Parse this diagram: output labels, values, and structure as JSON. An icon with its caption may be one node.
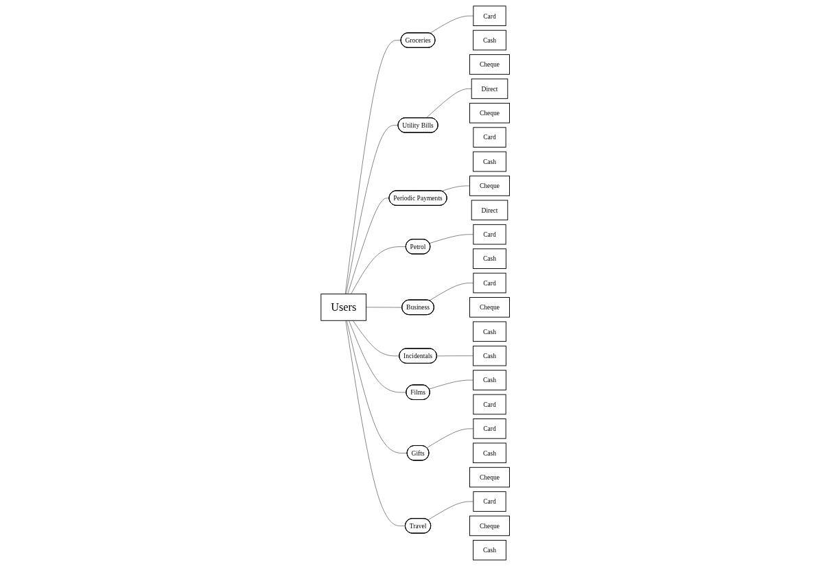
{
  "diagram": {
    "nodes": [
      {
        "text": [
          "Users"
        ]
      },
      {
        "text": [
          "Groceries"
        ]
      },
      {
        "text": [
          "Cash"
        ]
      },
      {
        "text": [
          "Card"
        ]
      },
      {
        "text": [
          "Cheque"
        ]
      },
      {
        "text": [
          "Utility Bills"
        ]
      },
      {
        "text": [
          "Cheque"
        ]
      },
      {
        "text": [
          "Card"
        ]
      },
      {
        "text": [
          "Direct"
        ]
      },
      {
        "text": [
          "Cash"
        ]
      },
      {
        "text": [
          "Periodic Payments"
        ]
      },
      {
        "text": [
          "Direct"
        ]
      },
      {
        "text": [
          "Cheque"
        ]
      },
      {
        "text": [
          "Petrol"
        ]
      },
      {
        "text": [
          "Cash"
        ]
      },
      {
        "text": [
          "Card"
        ]
      },
      {
        "text": [
          "Business"
        ]
      },
      {
        "text": [
          "Cheque"
        ]
      },
      {
        "text": [
          "Card"
        ]
      },
      {
        "text": [
          "Cash"
        ]
      },
      {
        "text": [
          "Incidentals"
        ]
      },
      {
        "text": [
          "Cash"
        ]
      },
      {
        "text": [
          "Films"
        ]
      },
      {
        "text": [
          "Cash"
        ]
      },
      {
        "text": [
          "Card"
        ]
      },
      {
        "text": [
          "Gifts"
        ]
      },
      {
        "text": [
          "Card"
        ]
      },
      {
        "text": [
          "Cash"
        ]
      },
      {
        "text": [
          "Cheque"
        ]
      },
      {
        "text": [
          "Travel"
        ]
      },
      {
        "text": [
          "Card"
        ]
      },
      {
        "text": [
          "Cheque"
        ]
      },
      {
        "text": [
          "Cash"
        ]
      }
    ],
    "edges": [
      {
        "from": 0,
        "to": 1,
        "arrow": "none"
      },
      {
        "from": 1,
        "to": 3,
        "arrow": "none"
      },
      {
        "from": 0,
        "to": 5,
        "arrow": "none"
      },
      {
        "from": 5,
        "to": 8,
        "arrow": "none"
      },
      {
        "from": 0,
        "to": 10,
        "arrow": "none"
      },
      {
        "from": 10,
        "to": 12,
        "arrow": "none"
      },
      {
        "from": 0,
        "to": 13,
        "arrow": "none"
      },
      {
        "from": 13,
        "to": 15,
        "arrow": "none"
      },
      {
        "from": 0,
        "to": 16,
        "arrow": "none"
      },
      {
        "from": 16,
        "to": 18,
        "arrow": "none"
      },
      {
        "from": 0,
        "to": 20,
        "arrow": "none"
      },
      {
        "from": 20,
        "to": 21,
        "arrow": "none"
      },
      {
        "from": 0,
        "to": 22,
        "arrow": "none"
      },
      {
        "from": 22,
        "to": 23,
        "arrow": "none"
      },
      {
        "from": 0,
        "to": 25,
        "arrow": "none"
      },
      {
        "from": 25,
        "to": 26,
        "arrow": "none"
      },
      {
        "from": 0,
        "to": 29,
        "arrow": "none"
      },
      {
        "from": 29,
        "to": 30,
        "arrow": "none"
      }
    ]
  }
}
